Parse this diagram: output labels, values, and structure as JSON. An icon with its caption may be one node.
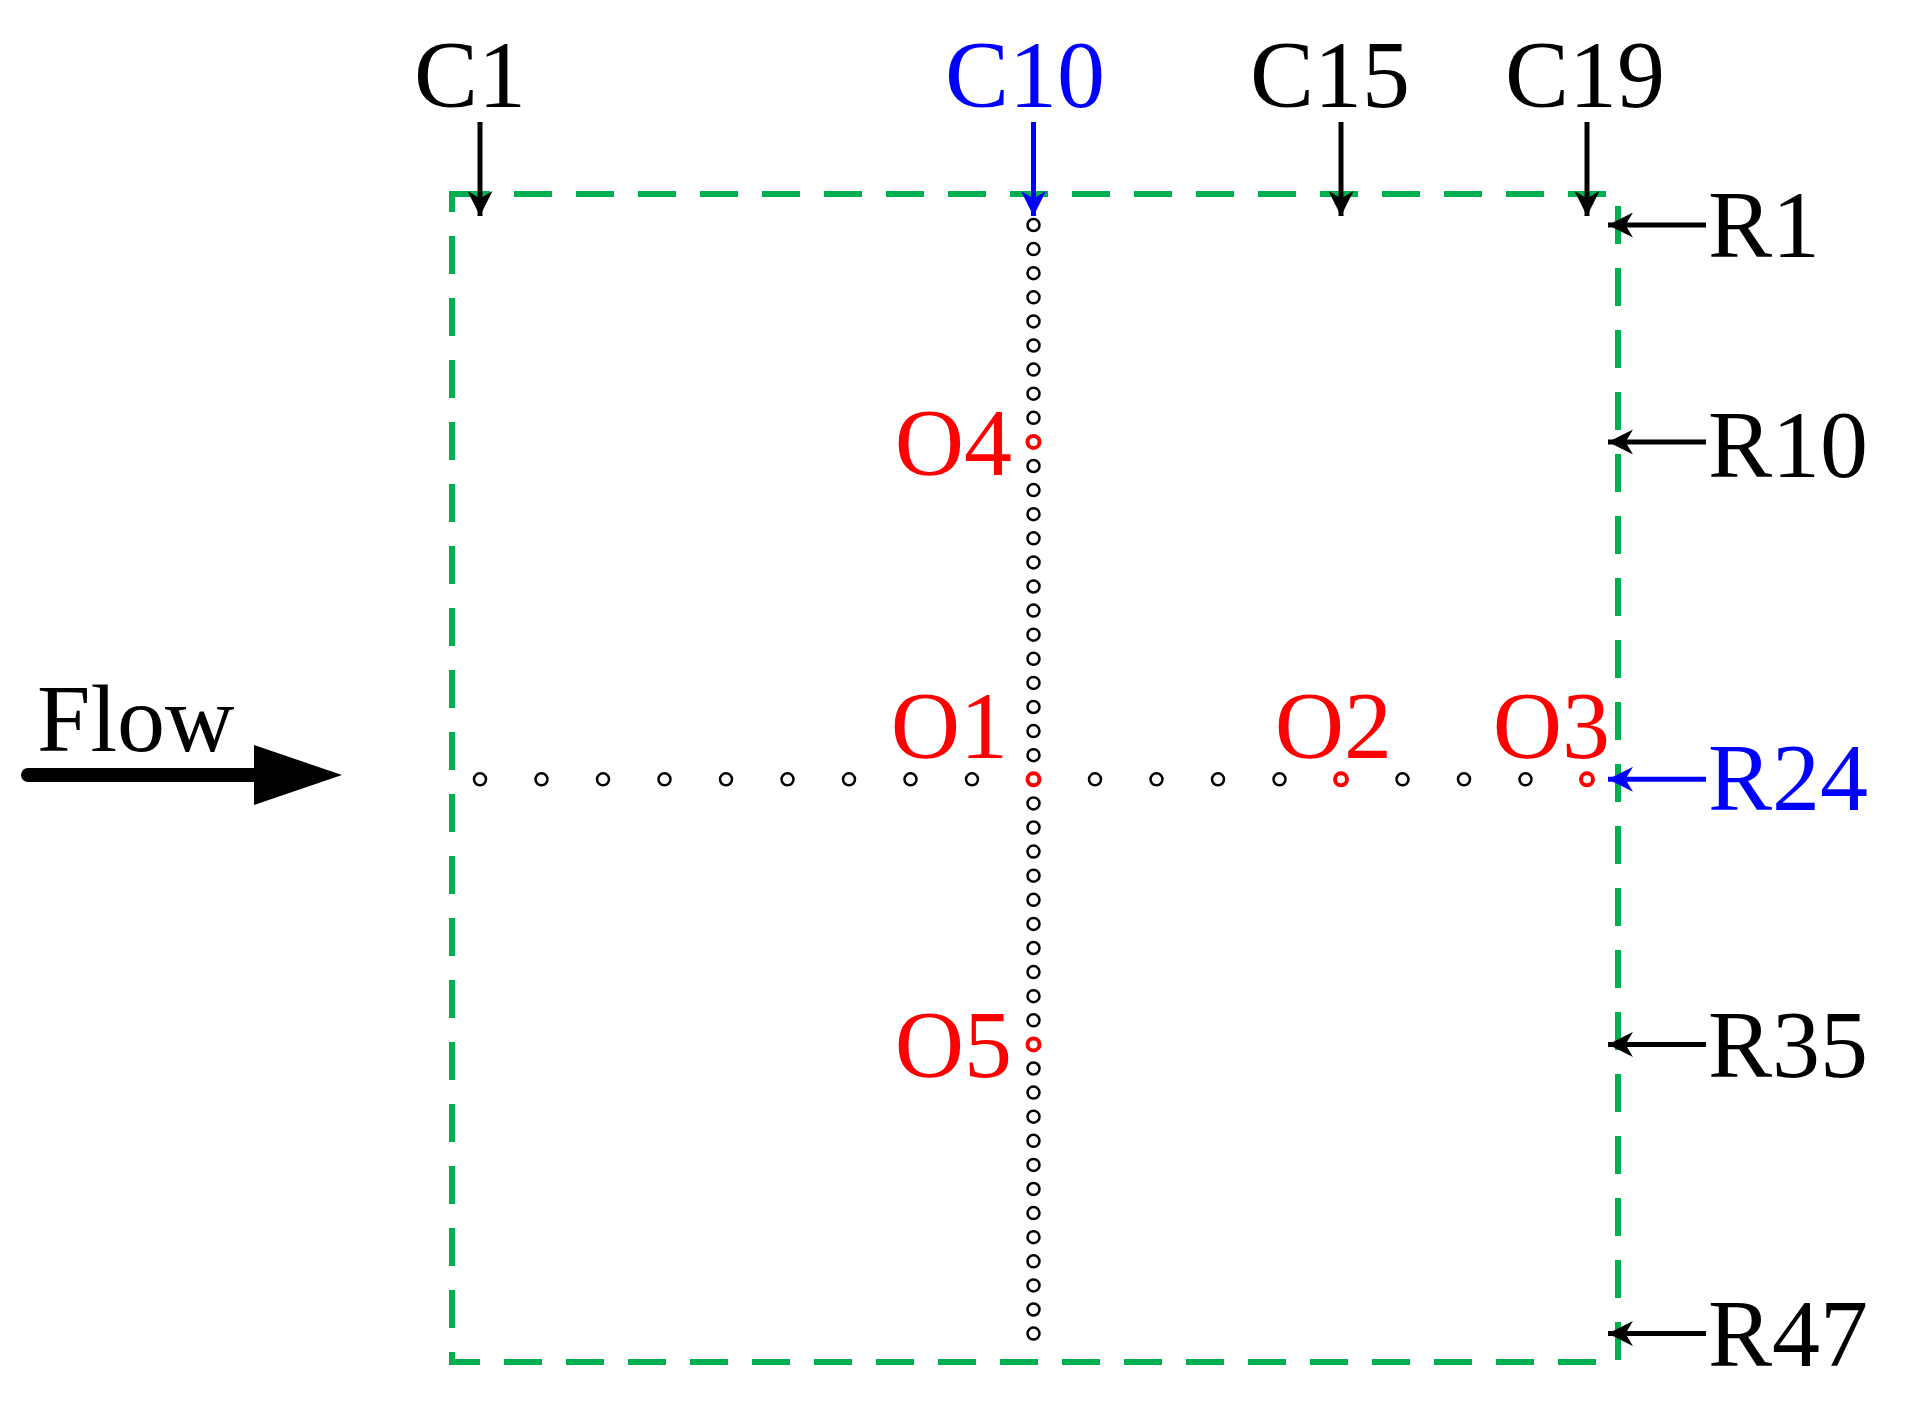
{
  "diagram": {
    "nodes": [
      {
        "text": [],
        "shape": "box"
      },
      {
        "text": [
          "C1"
        ]
      },
      {
        "text": [
          "C10"
        ]
      },
      {
        "text": [
          "C15"
        ]
      },
      {
        "text": [
          "C19"
        ]
      },
      {
        "text": [
          "R1"
        ]
      },
      {
        "text": [
          "R10"
        ]
      },
      {
        "text": [
          "R24"
        ]
      },
      {
        "text": [
          "R35"
        ]
      },
      {
        "text": [
          "R47"
        ]
      }
    ],
    "edges": [
      {
        "from": 1,
        "to": 0,
        "arrow": "to"
      },
      {
        "from": 2,
        "to": 0,
        "arrow": "to",
        "color": "#0000ff"
      },
      {
        "from": 3,
        "to": 0,
        "arrow": "to"
      },
      {
        "from": 4,
        "to": 0,
        "arrow": "to"
      },
      {
        "from": 5,
        "to": 0,
        "arrow": "to"
      },
      {
        "from": 6,
        "to": 0,
        "arrow": "to"
      },
      {
        "from": 7,
        "to": 0,
        "arrow": "to",
        "color": "#0000ff"
      },
      {
        "from": 8,
        "to": 0,
        "arrow": "to"
      },
      {
        "from": 9,
        "to": 0,
        "arrow": "to"
      }
    ],
    "labels": [
      "O4",
      "Flow",
      "O1",
      "O2",
      "O3",
      "O5"
    ]
  }
}
